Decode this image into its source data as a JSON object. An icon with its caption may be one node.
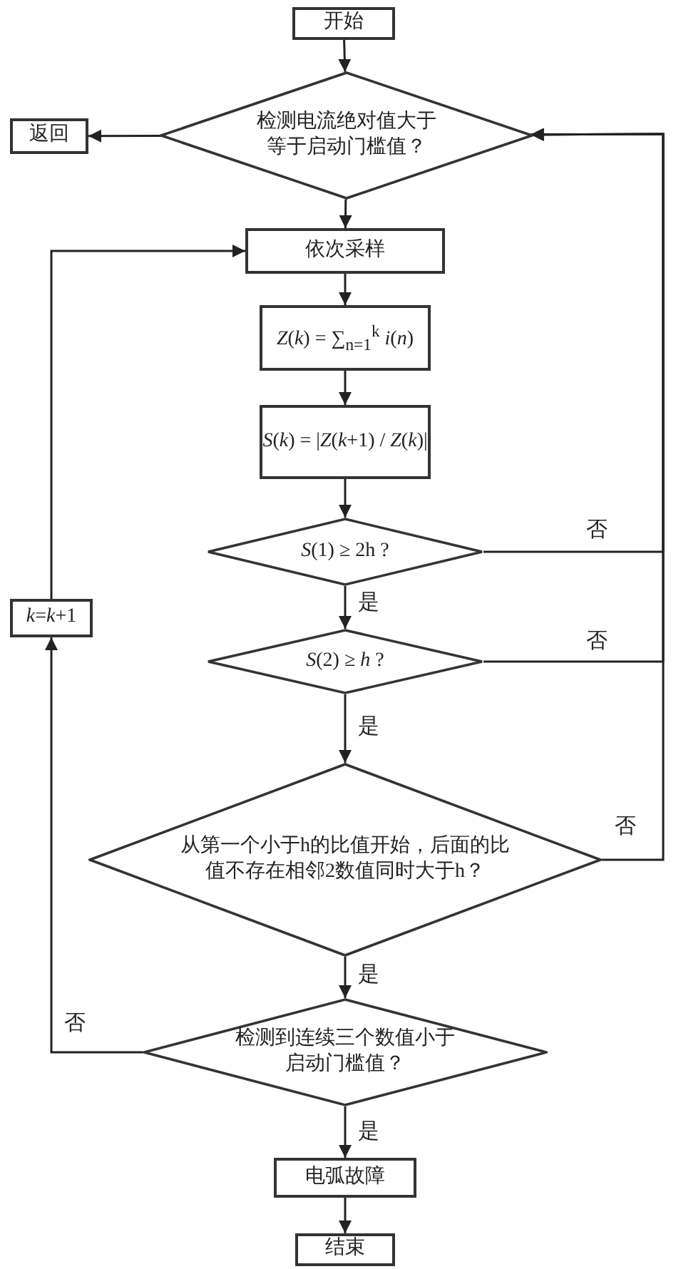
{
  "diagram": {
    "nodes": [
      {
        "text": [
          "开始"
        ]
      },
      {
        "text": [
          "检测电流绝对值大于等于启动门槛值？"
        ]
      },
      {
        "text": [
          "返回"
        ]
      },
      {
        "text": [
          "依次采样"
        ]
      },
      {
        "text": [
          "*Z*(*k*) = ∑$_{n=1}$$^{k}$ *i*(*n*)"
        ]
      },
      {
        "text": [
          "*S*(*k*) = |*Z*(*k*+1) / *Z*(*k*)|"
        ]
      },
      {
        "text": [
          "*S*(1) ≥ 2h ?"
        ]
      },
      {
        "text": [
          "*S*(2) ≥ *h* ?"
        ]
      },
      {
        "text": [
          "从第一个小于h的比值开始，后面的比值不存在相邻2数值同时大于h？"
        ]
      },
      {
        "text": [
          "检测到连续三个数值小于启动门槛值？"
        ]
      },
      {
        "text": [
          "*k*=*k*+1"
        ]
      },
      {
        "text": [
          "电弧故障"
        ]
      },
      {
        "text": [
          "结束"
        ]
      }
    ],
    "edges": [
      {
        "from": 0,
        "to": 1,
        "arrow": "to"
      },
      {
        "from": 1,
        "to": 2,
        "arrow": "to"
      },
      {
        "from": 1,
        "to": 3,
        "arrow": "to"
      },
      {
        "from": 3,
        "to": 4,
        "arrow": "to"
      },
      {
        "from": 4,
        "to": 5,
        "arrow": "to"
      },
      {
        "from": 5,
        "to": 6,
        "arrow": "to"
      },
      {
        "from": 6,
        "to": 7,
        "arrow": "to",
        "label": "是"
      },
      {
        "from": 7,
        "to": 8,
        "arrow": "to",
        "label": "是"
      },
      {
        "from": 8,
        "to": 9,
        "arrow": "to",
        "label": "是"
      },
      {
        "from": 9,
        "to": 11,
        "arrow": "to",
        "label": "是"
      },
      {
        "from": 11,
        "to": 12,
        "arrow": "to"
      },
      {
        "from": 6,
        "to": 1,
        "arrow": "to",
        "label": "否"
      },
      {
        "from": 7,
        "to": 1,
        "arrow": "to",
        "label": "否"
      },
      {
        "from": 8,
        "to": 1,
        "arrow": "to",
        "label": "否"
      },
      {
        "from": 9,
        "to": 10,
        "arrow": "to",
        "label": "否"
      },
      {
        "from": 10,
        "to": 3,
        "arrow": "to"
      }
    ]
  }
}
